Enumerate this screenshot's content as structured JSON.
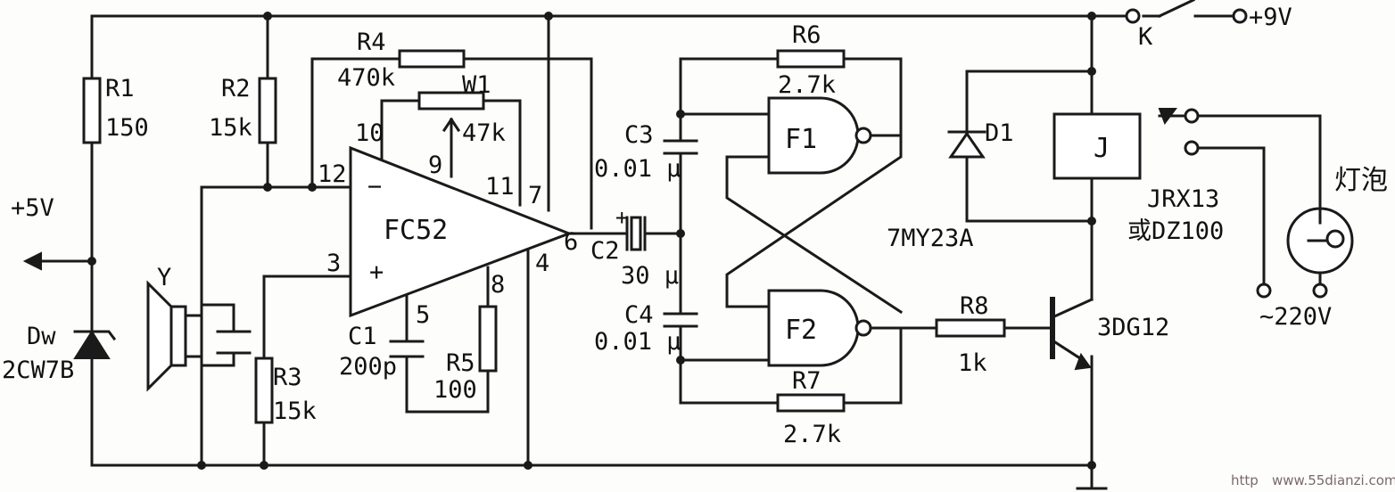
{
  "supply": {
    "v5": "+5V",
    "v9": "+9V",
    "switch": "K",
    "ac": "~220V"
  },
  "resistors": {
    "r1": {
      "name": "R1",
      "value": "150"
    },
    "r2": {
      "name": "R2",
      "value": "15k"
    },
    "r3": {
      "name": "R3",
      "value": "15k"
    },
    "r4": {
      "name": "R4",
      "value": "470k"
    },
    "r5": {
      "name": "R5",
      "value": "100"
    },
    "r6": {
      "name": "R6",
      "value": "2.7k"
    },
    "r7": {
      "name": "R7",
      "value": "2.7k"
    },
    "r8": {
      "name": "R8",
      "value": "1k"
    },
    "w1": {
      "name": "W1",
      "value": "47k"
    }
  },
  "capacitors": {
    "c1": {
      "name": "C1",
      "value": "200p"
    },
    "c2": {
      "name": "C2",
      "value": "30 μ"
    },
    "c3": {
      "name": "C3",
      "value": "0.01 μ"
    },
    "c4": {
      "name": "C4",
      "value": "0.01 μ"
    }
  },
  "ic": {
    "name": "FC52",
    "pins": {
      "p3": "3",
      "p4": "4",
      "p5": "5",
      "p6": "6",
      "p7": "7",
      "p8": "8",
      "p9": "9",
      "p10": "10",
      "p11": "11",
      "p12": "12"
    },
    "minus": "−",
    "plus": "+"
  },
  "gates": {
    "f1": "F1",
    "f2": "F2",
    "chip": "7MY23A"
  },
  "diodes": {
    "zener": "Dw",
    "zener_part": "2CW7B",
    "d1": "D1"
  },
  "speaker": "Y",
  "relay": {
    "label": "J",
    "model_line1": "JRX13",
    "model_line2": "或DZ100"
  },
  "transistor": "3DG12",
  "lamp": "灯泡",
  "c2_polarity": "+",
  "watermark": {
    "prefix": "http",
    "site": "www.55dianzi.com"
  }
}
